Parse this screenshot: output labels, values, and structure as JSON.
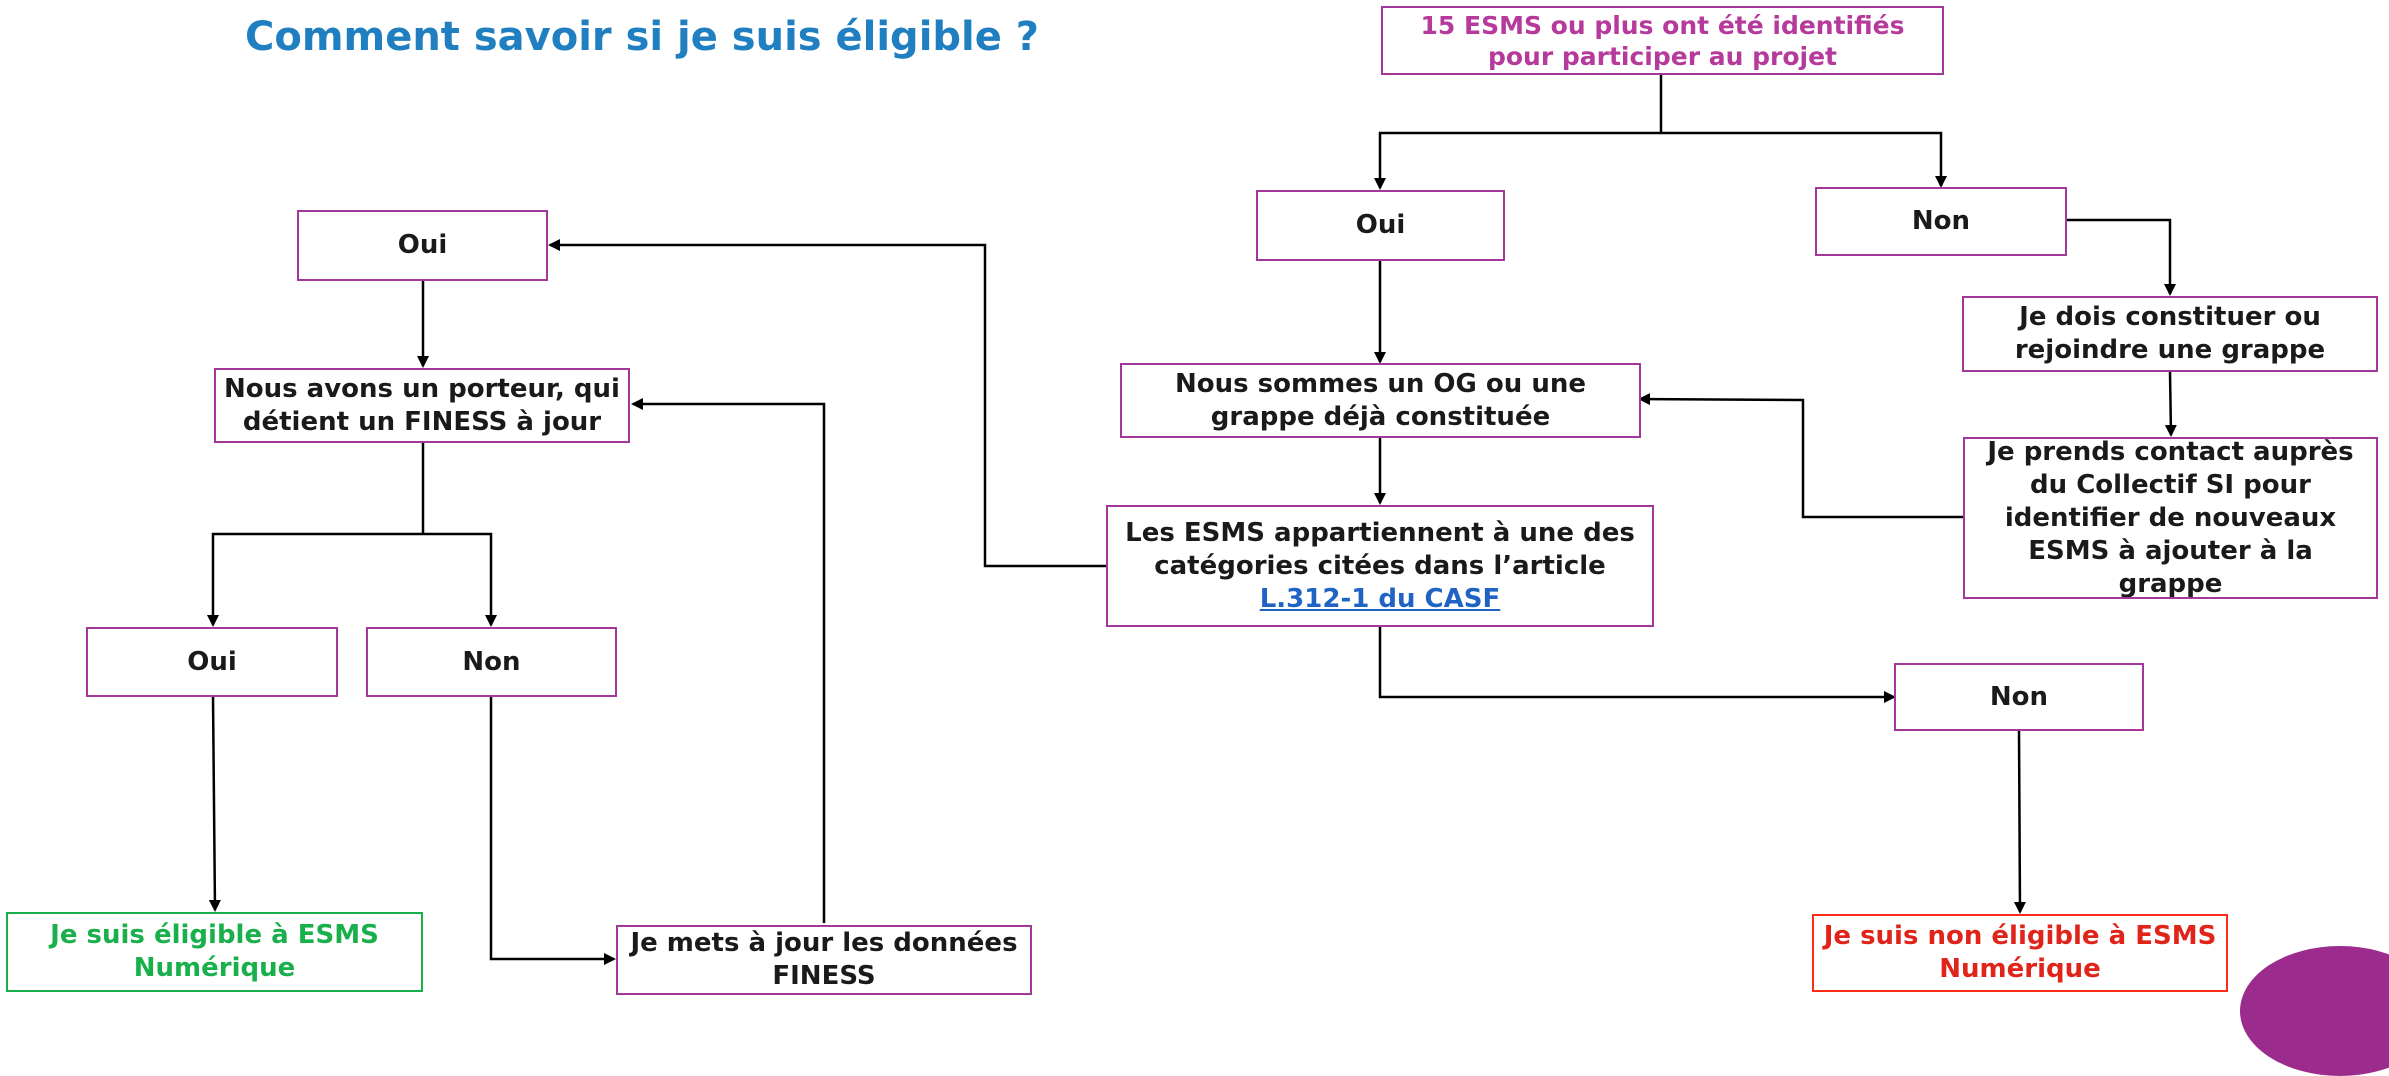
{
  "title": "Comment savoir si je suis éligible ?",
  "nodes": {
    "top": "15 ESMS ou plus ont été identifiés pour participer au projet",
    "oui_right": "Oui",
    "non_right_top": "Non",
    "constituer": "Je dois constituer ou rejoindre une grappe",
    "contact": "Je prends contact auprès du Collectif SI pour identifier de nouveaux ESMS à ajouter à la grappe",
    "og": "Nous sommes un OG ou une grappe déjà constituée",
    "esms_text": "Les ESMS appartiennent à une des catégories citées dans l’article",
    "esms_link": "L.312-1 du CASF",
    "non_mid": "Non",
    "non_eligible": "Je suis non éligible à ESMS Numérique",
    "oui_left": "Oui",
    "porteur": "Nous avons un porteur, qui détient un FINESS à jour",
    "oui_bottom": "Oui",
    "non_left": "Non",
    "eligible": "Je suis éligible à ESMS Numérique",
    "finess": "Je mets à jour les données FINESS"
  },
  "colors": {
    "title": "#1f7fc0",
    "box_border": "#a3379a",
    "eligible": "#19b04b",
    "non_eligible": "#e0241a",
    "link": "#1f63c4"
  }
}
